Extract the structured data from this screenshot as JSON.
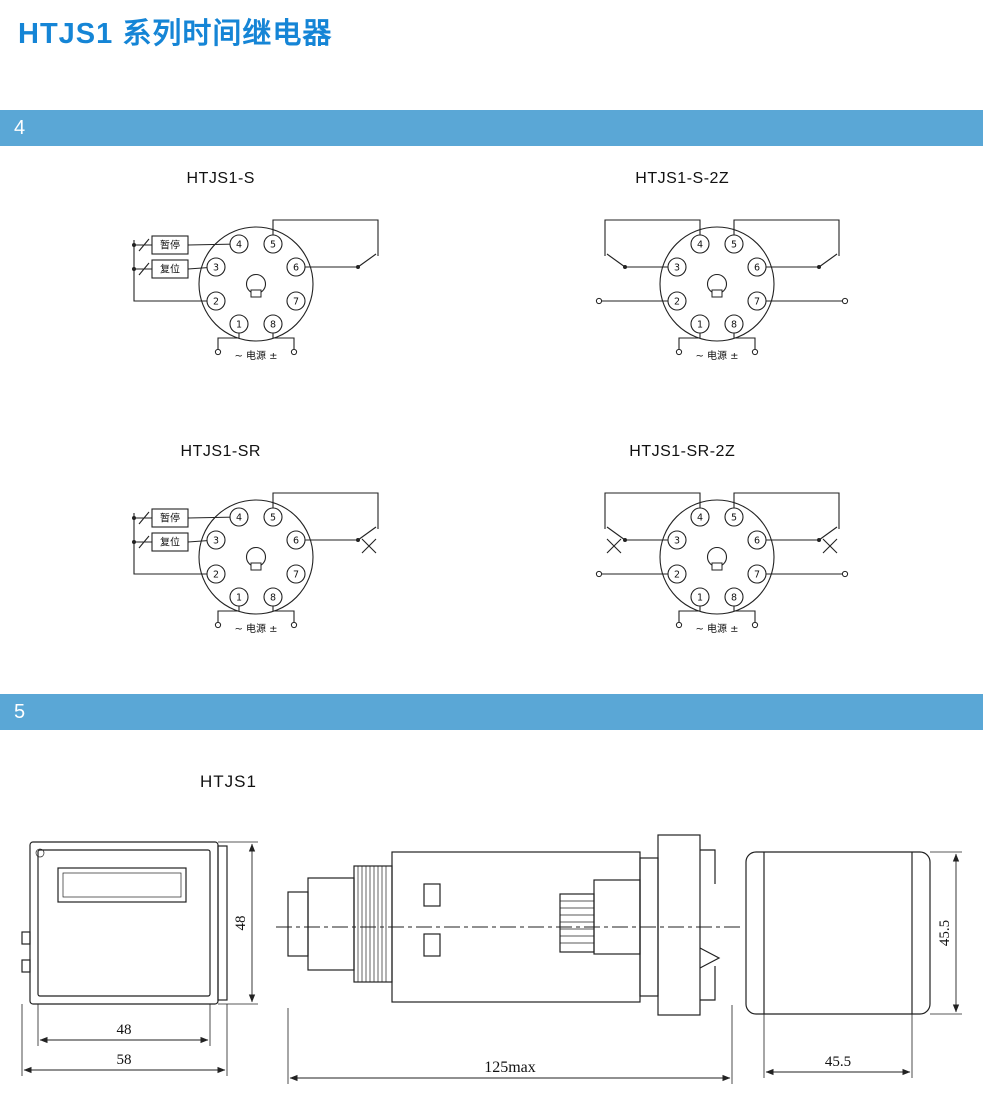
{
  "page": {
    "title": "HTJS1 系列时间继电器"
  },
  "colors": {
    "title_blue": "#1585d6",
    "section_bar_blue": "#5aa7d6",
    "line": "#222222",
    "background": "#ffffff"
  },
  "section4": {
    "number": "4"
  },
  "section5": {
    "number": "5"
  },
  "wiring": {
    "diagrams": [
      {
        "title": "HTJS1-S"
      },
      {
        "title": "HTJS1-S-2Z"
      },
      {
        "title": "HTJS1-SR"
      },
      {
        "title": "HTJS1-SR-2Z"
      }
    ],
    "labels": {
      "pause": "暂停",
      "reset": "复位",
      "power_line": "~ 电源 ±"
    },
    "pins": [
      "1",
      "2",
      "3",
      "4",
      "5",
      "6",
      "7",
      "8"
    ]
  },
  "dimensions": {
    "model": "HTJS1",
    "front": {
      "width": "48",
      "height": "48",
      "flange_width": "58"
    },
    "side": {
      "length": "125max"
    },
    "rear": {
      "width": "45.5",
      "height": "45.5"
    }
  }
}
